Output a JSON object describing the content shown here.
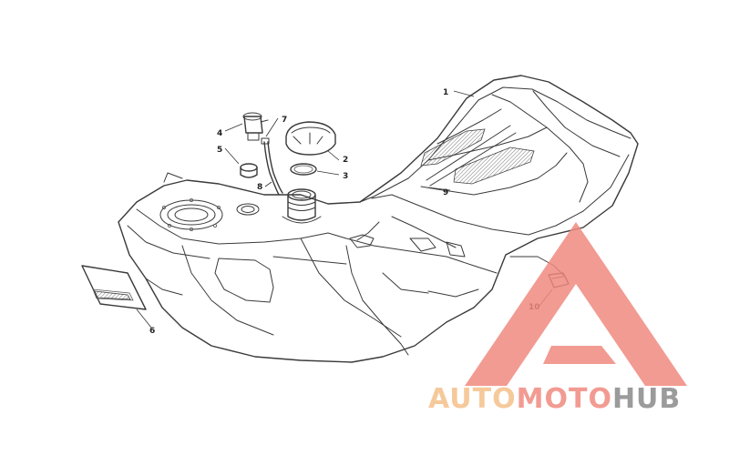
{
  "diagram": {
    "callouts": [
      "1",
      "2",
      "3",
      "4",
      "5",
      "6",
      "7",
      "8",
      "9",
      "10"
    ]
  },
  "watermark": {
    "part1": "AUTO",
    "part2": "MOTO",
    "part3": "HUB",
    "colors": {
      "auto": "#f5c08a",
      "moto": "#f08a80",
      "hub": "#8a8a8a",
      "triangle": "#f08a80"
    }
  }
}
